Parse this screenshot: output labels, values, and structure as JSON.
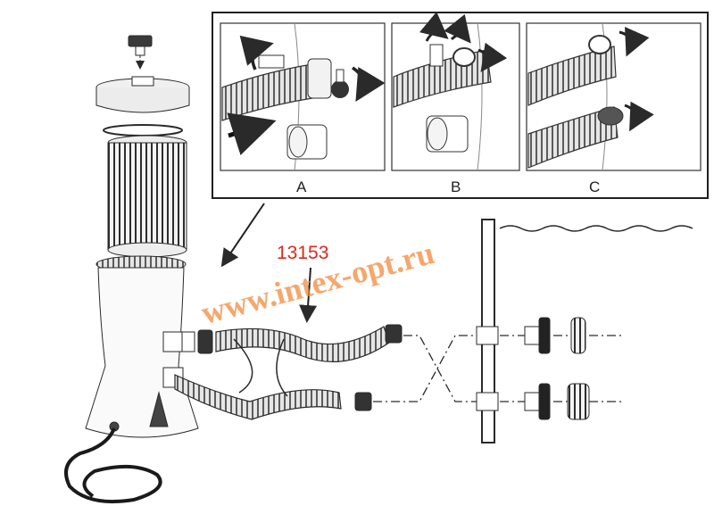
{
  "diagram": {
    "part_number": "13153",
    "watermark": "www.intex-opt.ru",
    "inset_labels": [
      "A",
      "B",
      "C"
    ]
  },
  "colors": {
    "line": "#2a2a2a",
    "part_number": "#e0261c",
    "watermark": "#f28a3c",
    "hose_fill": "#d9d9d9"
  },
  "icons": [
    "rotate-arrow-icon",
    "push-arrow-icon",
    "pointer-arrow-icon"
  ]
}
